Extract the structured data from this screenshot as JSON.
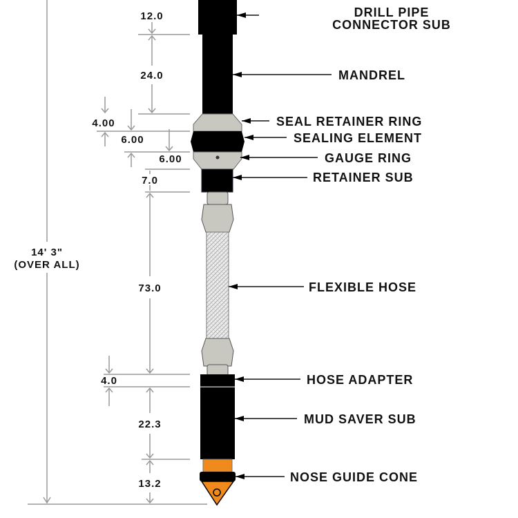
{
  "colors": {
    "body": "#000000",
    "ring": "#c8c8c0",
    "cone": "#f08a1c",
    "hose": "#e6e6e6"
  },
  "labels": [
    {
      "line1": "DRILL PIPE",
      "line2": "CONNECTOR SUB"
    },
    {
      "line1": "MANDREL"
    },
    {
      "line1": "SEAL RETAINER RING"
    },
    {
      "line1": "SEALING ELEMENT"
    },
    {
      "line1": "GAUGE RING"
    },
    {
      "line1": "RETAINER SUB"
    },
    {
      "line1": "FLEXIBLE HOSE"
    },
    {
      "line1": "HOSE ADAPTER"
    },
    {
      "line1": "MUD SAVER SUB"
    },
    {
      "line1": "NOSE GUIDE CONE"
    }
  ],
  "dimensions": [
    "12.0",
    "24.0",
    "4.00",
    "6.00",
    "6.00",
    "7.0",
    "73.0",
    "4.0",
    "22.3",
    "13.2"
  ],
  "overall": {
    "line1": "14' 3\"",
    "line2": "(OVER ALL)"
  }
}
